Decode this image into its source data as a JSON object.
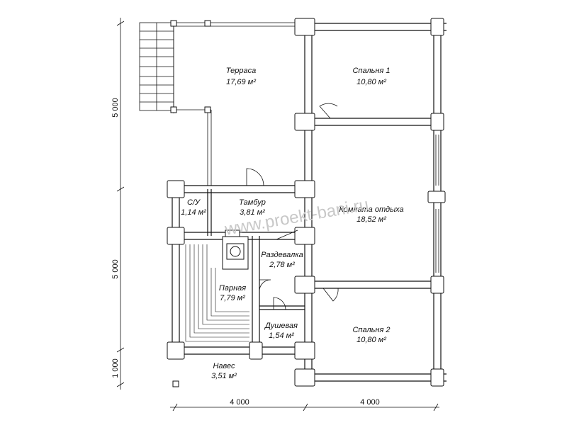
{
  "rooms": {
    "terrace": {
      "name": "Терраса",
      "area": "17,69 м²"
    },
    "bedroom1": {
      "name": "Спальня 1",
      "area": "10,80 м²"
    },
    "restroom": {
      "name": "Комната отдыха",
      "area": "18,52 м²"
    },
    "wc": {
      "name": "С/У",
      "area": "1,14 м²"
    },
    "vestibule": {
      "name": "Тамбур",
      "area": "3,81 м²"
    },
    "dressing": {
      "name": "Раздевалка",
      "area": "2,78 м²"
    },
    "steam": {
      "name": "Парная",
      "area": "7,79 м²"
    },
    "shower": {
      "name": "Душевая",
      "area": "1,54 м²"
    },
    "bedroom2": {
      "name": "Спальня 2",
      "area": "10,80 м²"
    },
    "canopy": {
      "name": "Навес",
      "area": "3,51 м²"
    }
  },
  "dimensions": {
    "left_top": "5 000",
    "left_mid": "5 000",
    "left_bottom": "1 000",
    "bottom_left": "4 000",
    "bottom_right": "4 000"
  },
  "watermark": "www.proekt-bani.ru",
  "colors": {
    "line": "#111111",
    "wall_fill": "#ffffff",
    "watermark": "#c8c8c8"
  }
}
